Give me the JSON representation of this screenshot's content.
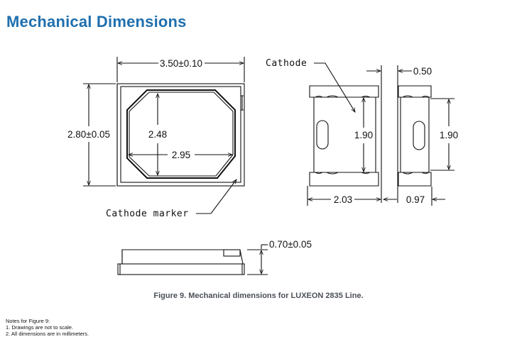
{
  "title": "Mechanical Dimensions",
  "top_view": {
    "width_label": "3.50±0.10",
    "height_label": "2.80±0.05",
    "lens_width_label": "2.95",
    "lens_height_label": "2.48",
    "cathode_marker_label": "Cathode marker"
  },
  "bottom_view": {
    "cathode_label": "Cathode",
    "gap_label": "0.50",
    "left_pad_height_label": "1.90",
    "right_pad_height_label": "1.90",
    "left_pad_width_label": "2.03",
    "right_pad_width_label": "0.97"
  },
  "side_view": {
    "thickness_label": "0.70±0.05"
  },
  "caption": "Figure 9. Mechanical dimensions for LUXEON 2835 Line.",
  "notes": {
    "heading": "Notes for Figure 9:",
    "items": [
      "1.   Drawings are not to scale.",
      "2.   All dimensions are in millimeters."
    ]
  }
}
